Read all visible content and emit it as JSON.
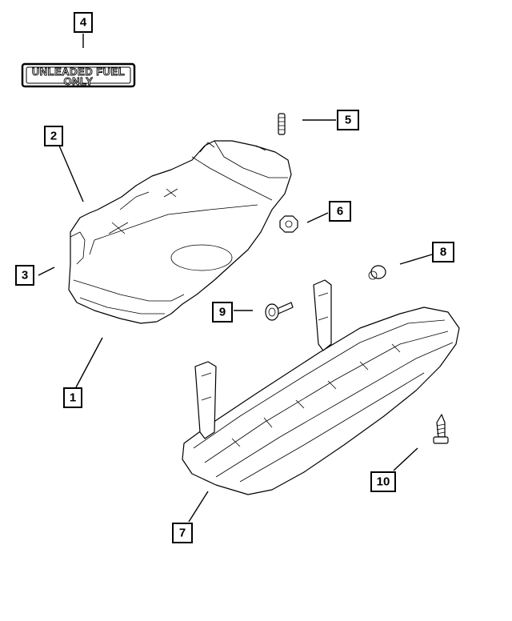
{
  "callouts": [
    "1",
    "2",
    "3",
    "4",
    "5",
    "6",
    "7",
    "8",
    "9",
    "10"
  ],
  "fuel_label": {
    "line1": "UNLEADED FUEL",
    "line2": "ONLY"
  }
}
